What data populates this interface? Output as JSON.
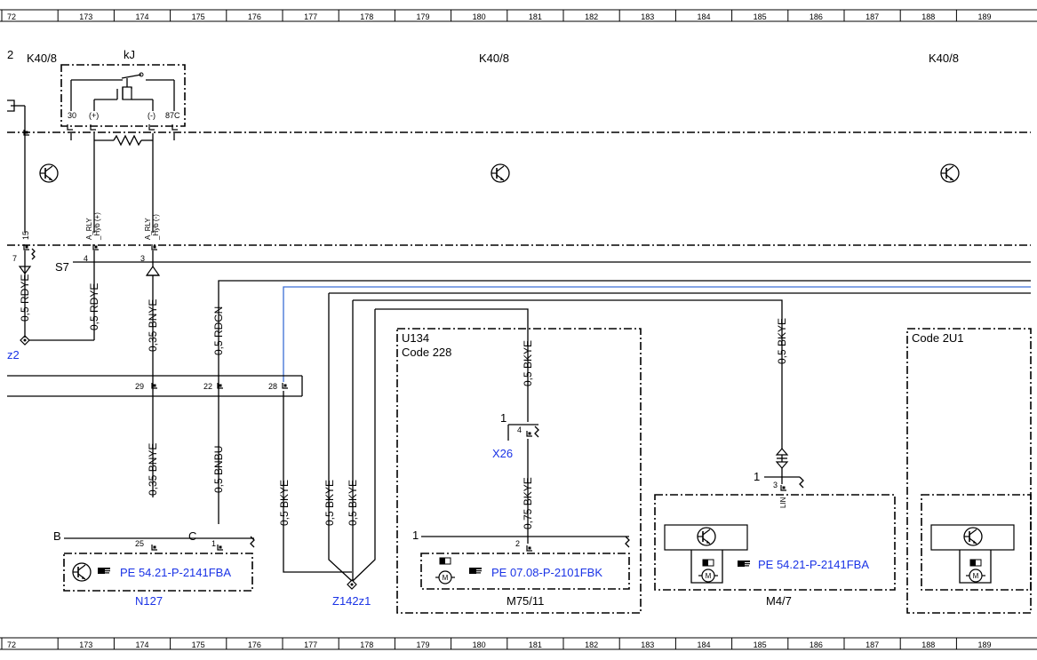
{
  "ruler": {
    "top": [
      "72",
      "173",
      "174",
      "175",
      "176",
      "177",
      "178",
      "179",
      "180",
      "181",
      "182",
      "183",
      "184",
      "185",
      "186",
      "187",
      "188",
      "189"
    ],
    "bottom": [
      "72",
      "173",
      "174",
      "175",
      "176",
      "177",
      "178",
      "179",
      "180",
      "181",
      "182",
      "183",
      "184",
      "185",
      "186",
      "187",
      "188",
      "189"
    ]
  },
  "modules": {
    "k40_left": "K40/8",
    "k40_mid": "K40/8",
    "k40_right": "K40/8",
    "edge_2": "2",
    "relay": "kJ"
  },
  "relay_pins": {
    "p30": "30",
    "p_plus": "(+)",
    "p_minus": "(-)",
    "p87c": "87C"
  },
  "pins": {
    "p15": "15",
    "rly_plus": "A_RLY\nHyb (+)",
    "rly_minus": "A_RLY\nHyb (-)",
    "p7": "7",
    "p4": "4",
    "p3": "3",
    "s7": "S7",
    "p29": "29",
    "p22": "22",
    "p28": "28",
    "p25": "25",
    "pB": "B",
    "pC": "C",
    "p1c": "1",
    "x26_1": "1",
    "x26_4": "4",
    "m75_1": "1",
    "m75_2": "2",
    "m47_1": "1",
    "m47_3": "3",
    "lin": "LIN"
  },
  "wires": {
    "rdye_left": "0,5 RDYE",
    "rdye_mid": "0,5 RDYE",
    "bnye_top": "0,35 BNYE",
    "rdgn": "0,5 RDGN",
    "bnye_bot": "0,35 BNYE",
    "bnbu": "0,5 BNBU",
    "bkye_a": "0,5 BKYE",
    "bkye_b": "0,5 BKYE",
    "bkye_c": "0,5 BKYE",
    "bkye_x26": "0,5 BKYE",
    "bkye_m75": "0,75 BKYE",
    "bkye_m47": "0,5 BKYE"
  },
  "groups": {
    "u134": "U134",
    "code228": "Code 228",
    "code2u1": "Code 2U1"
  },
  "components": {
    "z2": "z2",
    "x26": "X26",
    "z142": "Z142z1",
    "n127": "N127",
    "m75": "M75/11",
    "m47": "M4/7"
  },
  "refs": {
    "n127": "PE 54.21-P-2141FBA",
    "m75": "PE 07.08-P-2101FBK",
    "m47": "PE 54.21-P-2141FBA"
  },
  "colors": {
    "link": "#1a33e6",
    "blue_wire": "#3b6fd6",
    "line": "#000000"
  },
  "icons": {
    "ref": "hand-pointer-icon",
    "transistor": "transistor-icon",
    "motor": "motor-icon",
    "connector": "connector-icon"
  }
}
